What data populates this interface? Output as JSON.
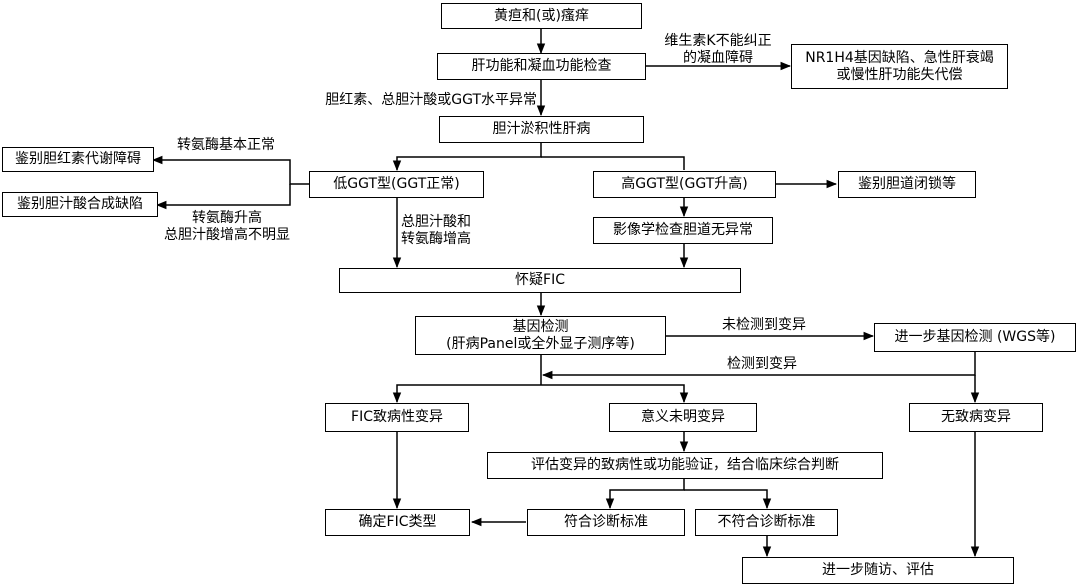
{
  "nodes": {
    "jaundice": "黄疸和(或)瘙痒",
    "liver_test": "肝功能和凝血功能检查",
    "nr1h4": [
      "NR1H4基因缺陷、急性肝衰竭",
      "或慢性肝功能失代偿"
    ],
    "cholestatic": "胆汁淤积性肝病",
    "bilirubin_metab": "鉴别胆红素代谢障碍",
    "bile_acid_synth": "鉴别胆汁酸合成缺陷",
    "low_ggt": "低GGT型(GGT正常)",
    "high_ggt": "高GGT型(GGT升高)",
    "biliary_atresia": "鉴别胆道闭锁等",
    "imaging": "影像学检查胆道无异常",
    "suspect_fic": "怀疑FIC",
    "gene_test": [
      "基因检测",
      "(肝病Panel或全外显子测序等)"
    ],
    "further_gene": "进一步基因检测 (WGS等)",
    "fic_pathogenic": "FIC致病性变异",
    "vus": "意义未明变异",
    "no_pathogenic": "无致病变异",
    "evaluate": "评估变异的致病性或功能验证，结合临床综合判断",
    "confirm_type": "确定FIC类型",
    "meets_criteria": "符合诊断标准",
    "not_meets_criteria": "不符合诊断标准",
    "followup": "进一步随访、评估"
  },
  "labels": {
    "vitk": [
      "维生素K不能纠正",
      "的凝血障碍"
    ],
    "bilirubin_ggt": "胆红素、总胆汁酸或GGT水平异常",
    "alt_normal": "转氨酶基本正常",
    "alt_high": [
      "转氨酶升高",
      "总胆汁酸增高不明显"
    ],
    "tba_alt": [
      "总胆汁酸和",
      "转氨酶增高"
    ],
    "not_detected": "未检测到变异",
    "detected": "检测到变异"
  }
}
